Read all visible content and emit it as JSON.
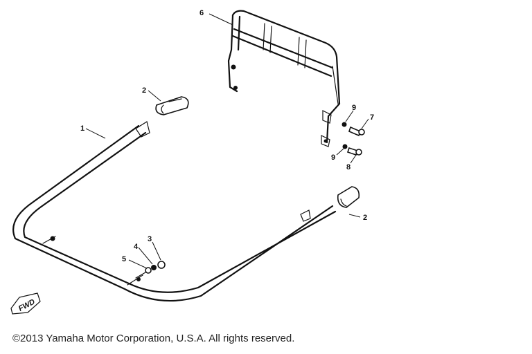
{
  "callouts": {
    "c1": "1",
    "c2a": "2",
    "c2b": "2",
    "c3": "3",
    "c4": "4",
    "c5": "5",
    "c6": "6",
    "c7": "7",
    "c8": "8",
    "c9a": "9",
    "c9b": "9"
  },
  "direction_marker": "FWD",
  "copyright": "©2013 Yamaha Motor Corporation, U.S.A. All rights reserved."
}
